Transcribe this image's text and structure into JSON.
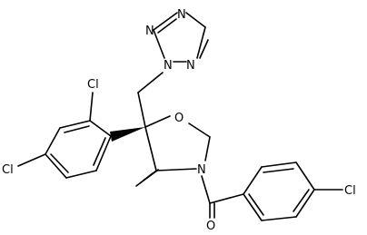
{
  "molecule": {
    "atoms": {
      "n_triazole_top": "N",
      "n_triazole_right": "N",
      "n_triazole_attach": "N",
      "cl_ortho": "Cl",
      "cl_para": "Cl",
      "o_ring": "O",
      "n_ring": "N",
      "o_carbonyl": "O",
      "cl_benzoyl": "Cl"
    }
  }
}
